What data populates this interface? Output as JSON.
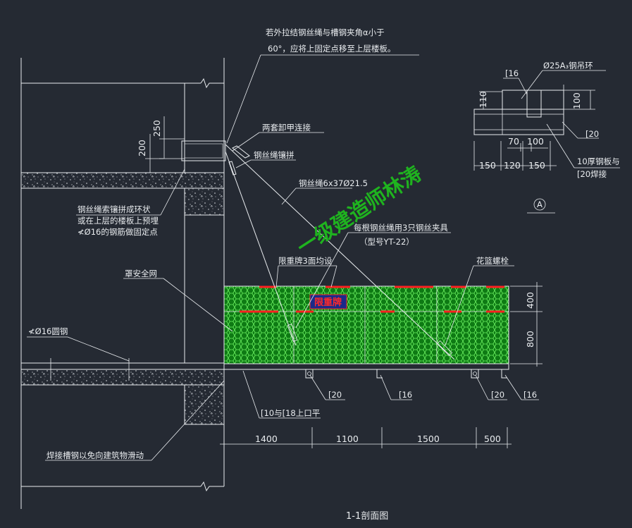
{
  "title": "1-1剖面图",
  "notes": {
    "angle_note_1": "若外拉结钢丝绳与槽钢夹角α小于",
    "angle_note_2": "60°，应将上固定点移至上层楼板。",
    "shackle": "两套卸甲连接",
    "splice": "钢丝绳镶拼",
    "rope_spec": "钢丝绳6x37Ø21.5",
    "loop_1": "钢丝绳索镶拼成环状",
    "loop_2": "或在上层的楼板上预埋",
    "loop_3": "≮Ø16的钢筋做固定点",
    "clamp_1": "每根钢丝绳用3只钢丝夹具",
    "clamp_2": "（型号YT-22）",
    "load_sign_note": "限重牌3面均设",
    "turnbuckle": "花篮螺栓",
    "safety_net": "罩安全网",
    "round_steel": "≮Ø16圆钢",
    "channel_note": "[10与[18上口平",
    "weld_note": "焊接槽钢以免向建筑物滑动",
    "load_sign": "限重牌",
    "watermark": "一级建造师林涛"
  },
  "detail": {
    "ring": "Ø25A₃钢吊环",
    "ch16": "[16",
    "ch20": "[20",
    "plate_1": "10厚钢板与",
    "plate_2": "[20焊接",
    "marker": "A",
    "dims": {
      "d110": "110",
      "d100": "100",
      "d70": "70",
      "d100b": "100",
      "d150a": "150",
      "d120": "120",
      "d150b": "150"
    }
  },
  "dims": {
    "d250": "250",
    "d200": "200",
    "d400": "400",
    "d800": "800",
    "d1400": "1400",
    "d1100": "1100",
    "d1500": "1500",
    "d500": "500"
  },
  "bottom_labels": {
    "a": "[20",
    "b": "[16",
    "c": "[20",
    "d": "[16"
  }
}
